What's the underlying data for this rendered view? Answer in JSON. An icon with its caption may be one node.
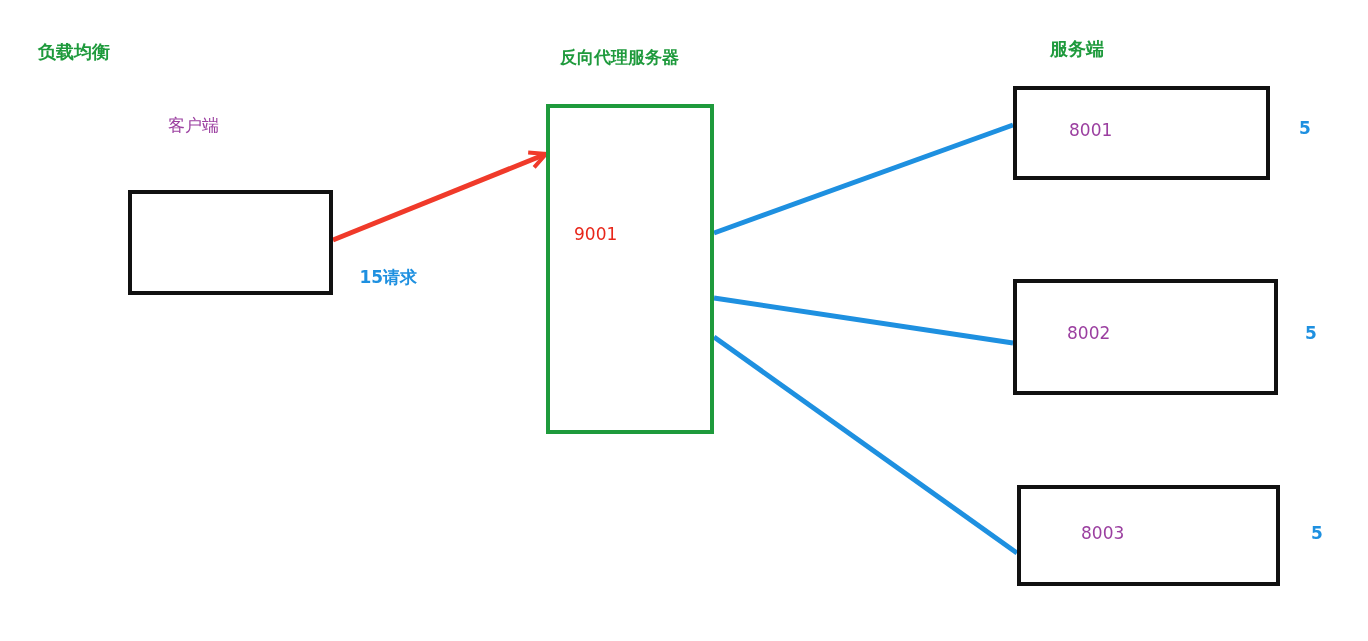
{
  "diagram": {
    "title": "负载均衡",
    "nodes": [
      {
        "text": [
          "客户端"
        ]
      },
      {
        "text": [
          "反向代理服务器",
          "9001"
        ]
      },
      {
        "text": [
          "8001"
        ],
        "beside": [
          "5"
        ]
      },
      {
        "text": [
          "8002"
        ],
        "beside": [
          "5"
        ]
      },
      {
        "text": [
          "8003"
        ],
        "beside": [
          "5"
        ]
      }
    ],
    "edges": [
      {
        "from": 0,
        "to": 1,
        "arrow": "to",
        "label": "15请求",
        "color": "#f03a2a"
      },
      {
        "from": 1,
        "to": 2,
        "arrow": "none"
      },
      {
        "from": 1,
        "to": 3,
        "arrow": "none"
      },
      {
        "from": 1,
        "to": 4,
        "arrow": "none"
      }
    ],
    "labels": [
      "服务端"
    ]
  }
}
